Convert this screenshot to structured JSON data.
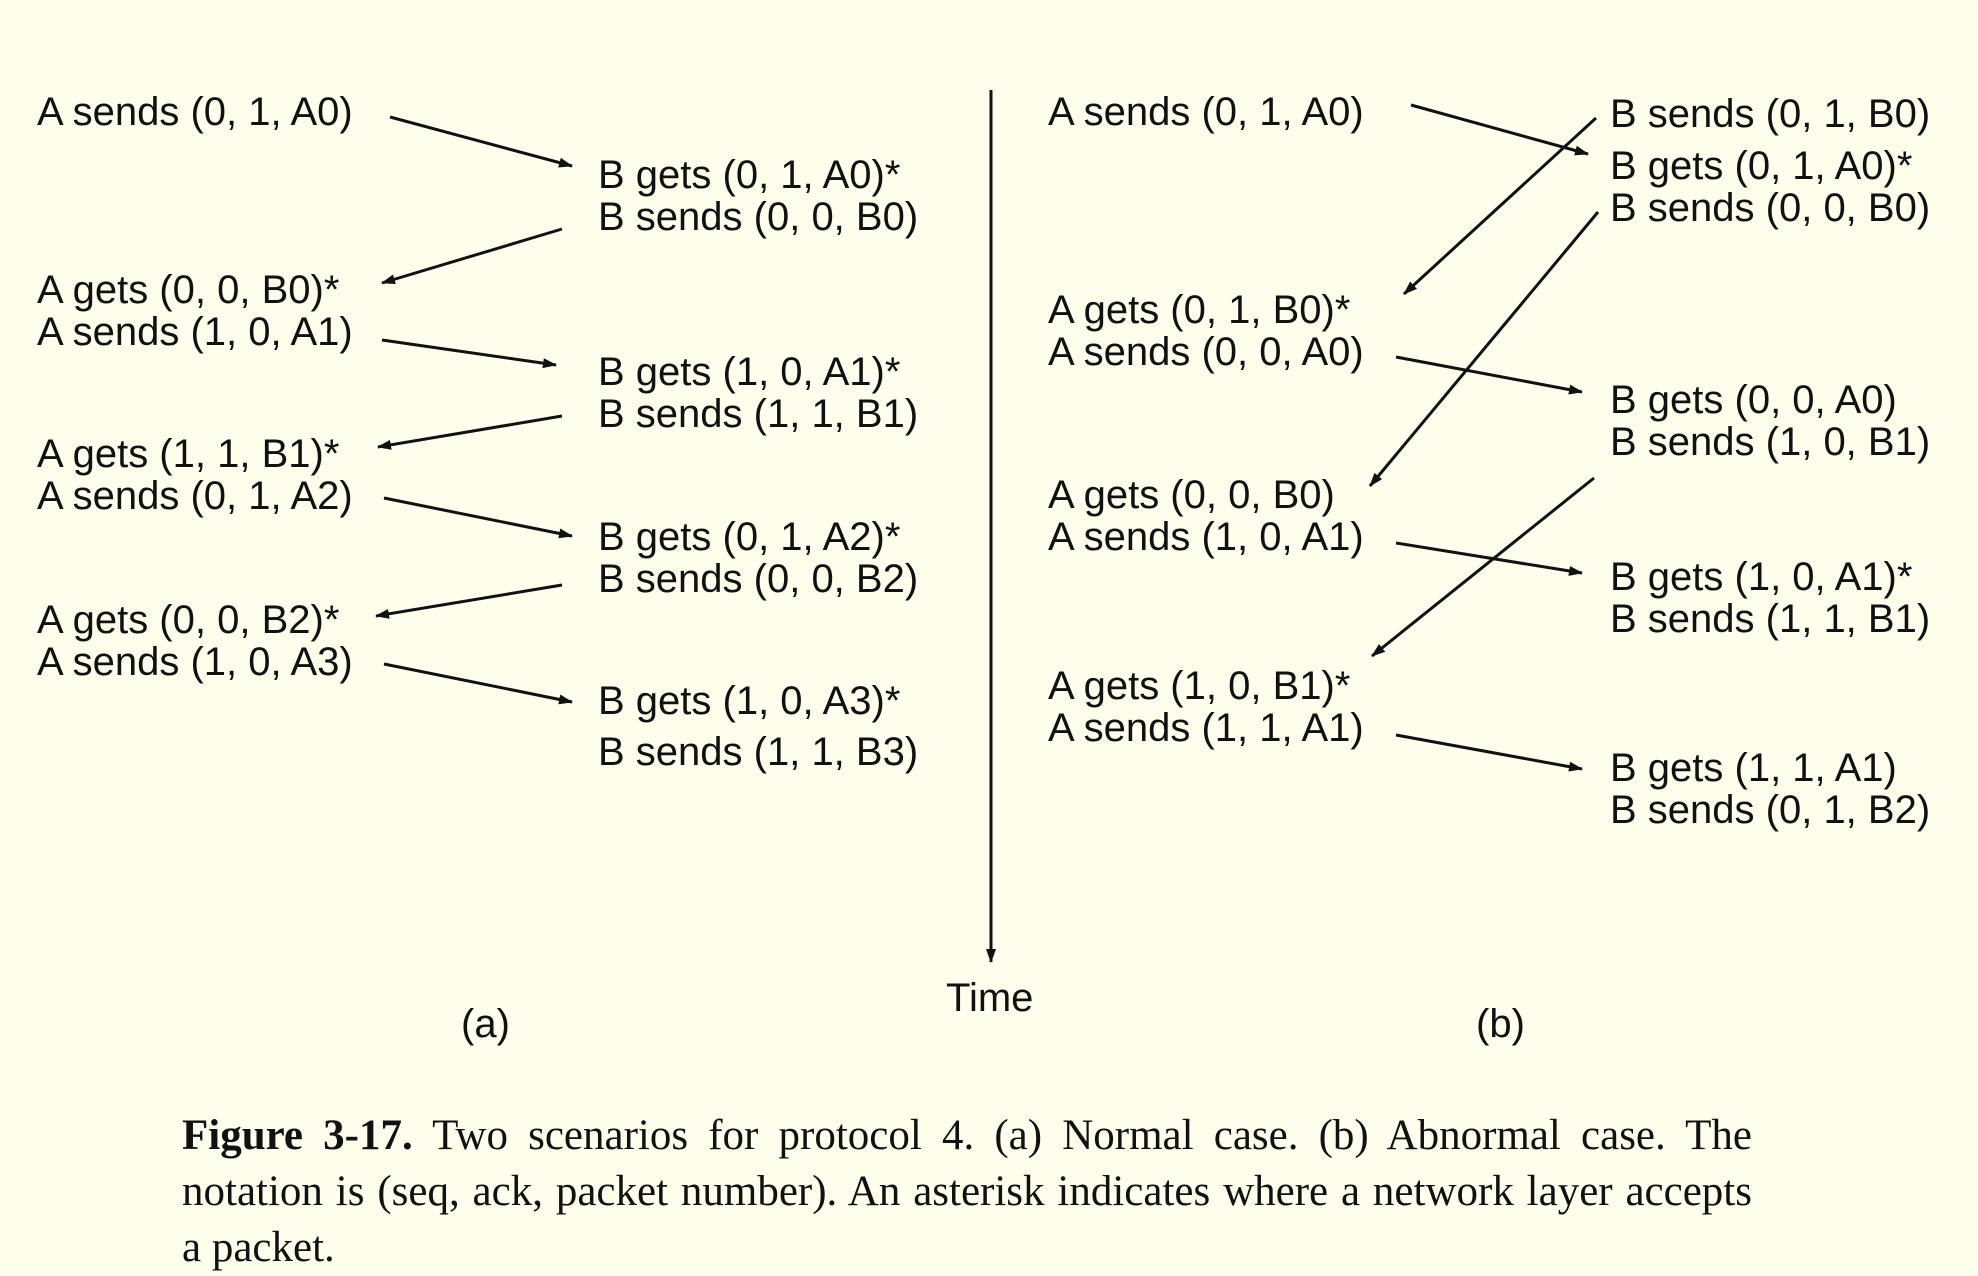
{
  "diagram": {
    "time_axis_label": "Time",
    "panel_a": {
      "tag": "(a)",
      "a_side": [
        "A sends (0, 1, A0)",
        "A gets (0, 0, B0)*",
        "A sends (1, 0, A1)",
        "A gets (1, 1, B1)*",
        "A sends (0, 1, A2)",
        "A gets (0, 0, B2)*",
        "A sends (1, 0, A3)"
      ],
      "b_side": [
        "B gets (0, 1, A0)*",
        "B sends (0, 0, B0)",
        "B gets (1, 0, A1)*",
        "B sends (1, 1, B1)",
        "B gets (0, 1, A2)*",
        "B sends (0, 0, B2)",
        "B gets (1, 0, A3)*",
        "B sends (1, 1, B3)"
      ]
    },
    "panel_b": {
      "tag": "(b)",
      "a_side": [
        "A sends (0, 1, A0)",
        "A gets (0, 1, B0)*",
        "A sends (0, 0, A0)",
        "A gets (0, 0, B0)",
        "A sends (1, 0, A1)",
        "A gets (1, 0, B1)*",
        "A sends (1, 1, A1)"
      ],
      "b_side": [
        "B sends (0, 1, B0)",
        "B gets (0, 1, A0)*",
        "B sends (0, 0, B0)",
        "B gets (0, 0, A0)",
        "B sends (1, 0, B1)",
        "B gets (1, 0, A1)*",
        "B sends (1, 1, B1)",
        "B gets (1, 1, A1)",
        "B sends (0, 1, B2)"
      ]
    }
  },
  "caption": {
    "label": "Figure 3-17.",
    "text": "Two scenarios for protocol 4. (a) Normal case. (b) Abnormal case. The notation is (seq, ack, packet number). An asterisk indicates where a network layer accepts a packet."
  }
}
